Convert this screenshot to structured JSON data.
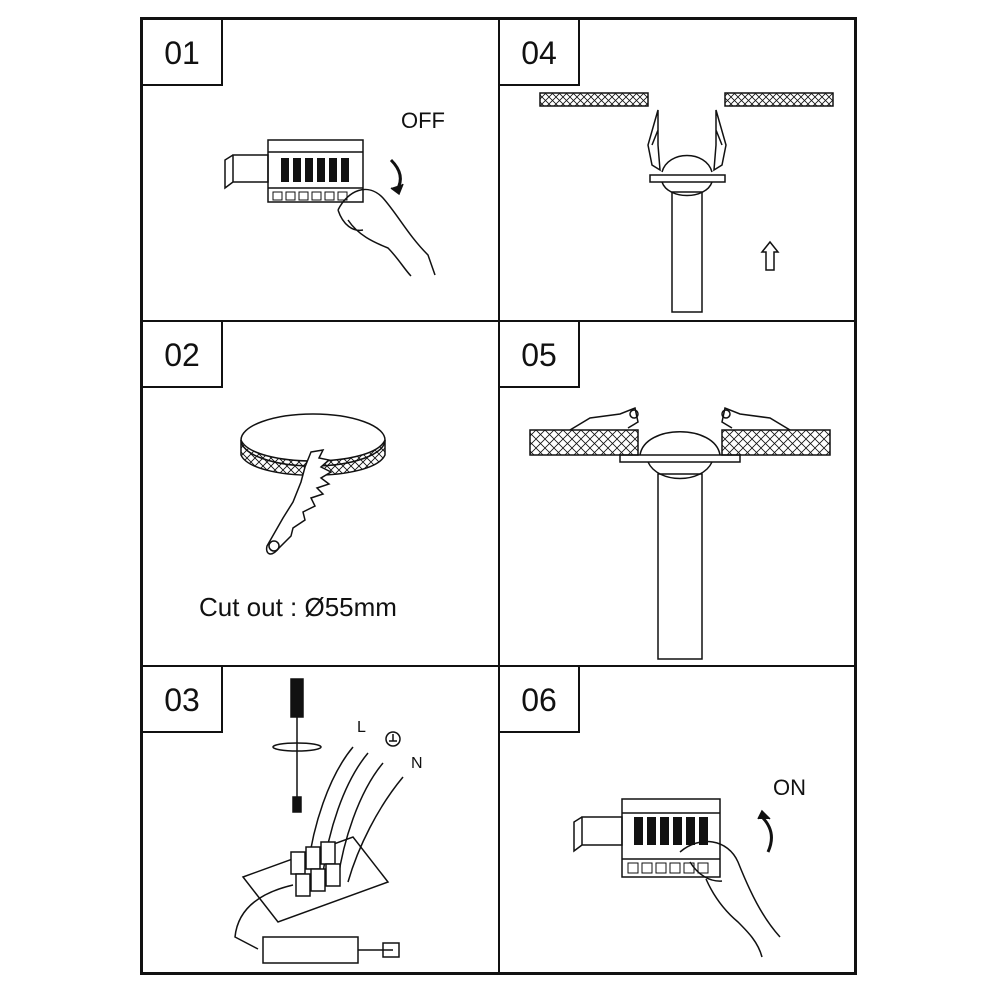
{
  "steps": [
    {
      "number": "01",
      "label": "OFF"
    },
    {
      "number": "02",
      "label": "Cut out : Ø55mm"
    },
    {
      "number": "03",
      "labels": {
        "line": "L",
        "neutral": "N"
      }
    },
    {
      "number": "04"
    },
    {
      "number": "05"
    },
    {
      "number": "06",
      "label": "ON"
    }
  ],
  "icons": {
    "step01": [
      "breaker-panel-icon",
      "hand-icon",
      "arrow-down-icon"
    ],
    "step02": [
      "ceiling-hole-icon",
      "saw-icon"
    ],
    "step03": [
      "screwdriver-icon",
      "ground-symbol-icon",
      "terminal-block-icon",
      "driver-icon"
    ],
    "step04": [
      "ceiling-panel-icon",
      "spring-clip-icon",
      "downlight-icon",
      "arrow-up-icon"
    ],
    "step05": [
      "ceiling-panel-icon",
      "spring-clip-icon",
      "downlight-icon"
    ],
    "step06": [
      "breaker-panel-icon",
      "hand-icon",
      "arrow-up-icon"
    ]
  },
  "colors": {
    "line": "#111111",
    "background": "#ffffff"
  }
}
